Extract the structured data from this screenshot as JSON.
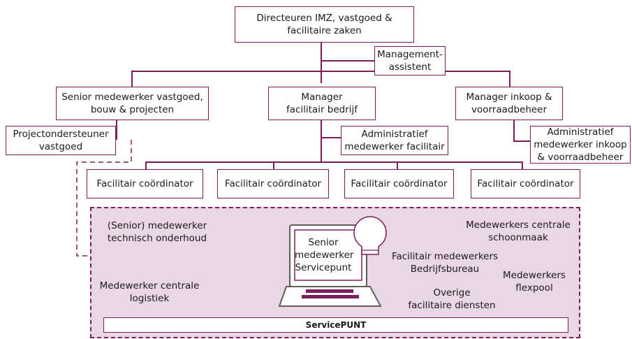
{
  "directors": "Directeuren IMZ, vastgoed &\nfacilitaire zaken",
  "management_assistant": "Management-\nassistent",
  "senior_vastgoed": "Senior medewerker vastgoed,\nbouw & projecten",
  "manager_fb": "Manager\nfacilitair bedrijf",
  "manager_inkoop": "Manager inkoop &\nvoorraadbeheer",
  "projectondersteuner": "Projectondersteuner\nvastgoed",
  "admin_facilitair": "Administratief\nmedewerker facilitair",
  "admin_inkoop": "Administratief\nmedewerker inkoop\n& voorraadbeheer",
  "coordinators": [
    "Facilitair coördinator",
    "Facilitair coördinator",
    "Facilitair coördinator",
    "Facilitair coördinator"
  ],
  "servicepunt": {
    "technisch": "(Senior) medewerker\ntechnisch onderhoud",
    "logistiek": "Medewerker centrale\nlogistiek",
    "senior_servicepunt": "Senior\nmedewerker\nServicepunt",
    "schoonmaak": "Medewerkers centrale\nschoonmaak",
    "bedrijfsbureau": "Facilitair medewerkers\nBedrijfsbureau",
    "flexpool": "Medewerkers\nflexpool",
    "overige": "Overige\nfacilitaire diensten",
    "label": "ServicePUNT"
  }
}
